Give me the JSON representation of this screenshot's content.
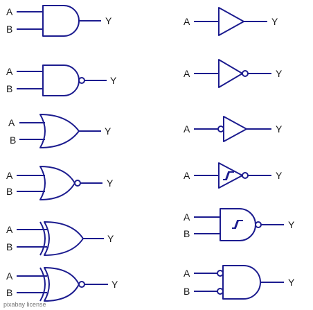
{
  "labels": {
    "input_a": "A",
    "input_b": "B",
    "output": "Y"
  },
  "footer": "pixabay license",
  "gates_left": [
    "and",
    "nand",
    "or",
    "nor",
    "xor",
    "xnor"
  ],
  "gates_right": [
    "buffer",
    "not",
    "buffer-inverted-input",
    "schmitt-inverter",
    "schmitt-nand",
    "and-inverted-inputs"
  ],
  "colors": {
    "stroke": "#1c1c8f",
    "text": "#1a1a1a",
    "footer": "#777777"
  }
}
